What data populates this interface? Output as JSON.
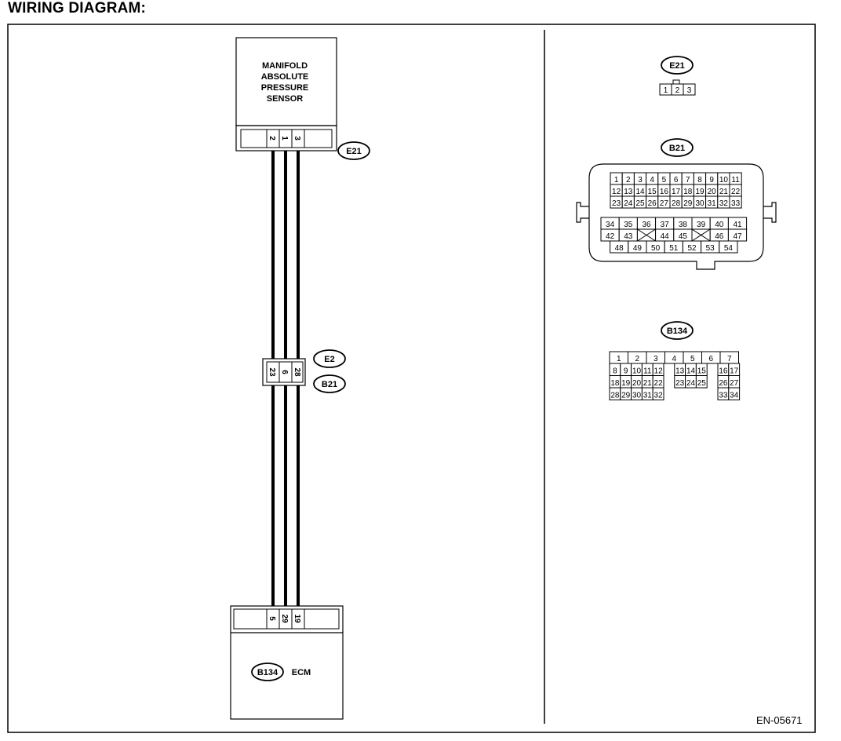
{
  "title": "WIRING DIAGRAM:",
  "document_id": "EN-05671",
  "sensor": {
    "name_lines": [
      "MANIFOLD",
      "ABSOLUTE",
      "PRESSURE",
      "SENSOR"
    ],
    "connector": "E21",
    "pins": [
      "2",
      "1",
      "3"
    ]
  },
  "joint_connector": {
    "labels": [
      "E2",
      "B21"
    ],
    "pins": [
      "23",
      "6",
      "28"
    ]
  },
  "ecm": {
    "connector": "B134",
    "name": "ECM",
    "pins": [
      "5",
      "29",
      "19"
    ]
  },
  "connector_views": [
    {
      "id": "E21",
      "rows": [
        [
          "1",
          "2",
          "3"
        ]
      ]
    },
    {
      "id": "B21",
      "upper_rows": [
        [
          "1",
          "2",
          "3",
          "4",
          "5",
          "6",
          "7",
          "8",
          "9",
          "10",
          "11"
        ],
        [
          "12",
          "13",
          "14",
          "15",
          "16",
          "17",
          "18",
          "19",
          "20",
          "21",
          "22"
        ],
        [
          "23",
          "24",
          "25",
          "26",
          "27",
          "28",
          "29",
          "30",
          "31",
          "32",
          "33"
        ]
      ],
      "lower_rows": [
        [
          "34",
          "35",
          "36",
          "37",
          "38",
          "39",
          "40",
          "41"
        ],
        [
          "42",
          "43",
          "",
          "44",
          "45",
          "",
          "46",
          "47"
        ],
        [
          "48",
          "49",
          "50",
          "51",
          "52",
          "53",
          "54"
        ]
      ]
    },
    {
      "id": "B134",
      "rows": [
        [
          "1",
          "2",
          "3",
          "4",
          "5",
          "6",
          "7"
        ],
        [
          "8",
          "9",
          "10",
          "11",
          "12",
          "",
          "13",
          "14",
          "15",
          "",
          "16",
          "17"
        ],
        [
          "18",
          "19",
          "20",
          "21",
          "22",
          "",
          "23",
          "24",
          "25",
          "",
          "26",
          "27"
        ],
        [
          "28",
          "29",
          "30",
          "31",
          "32",
          "",
          "",
          "",
          "",
          "",
          "33",
          "34"
        ]
      ]
    }
  ]
}
